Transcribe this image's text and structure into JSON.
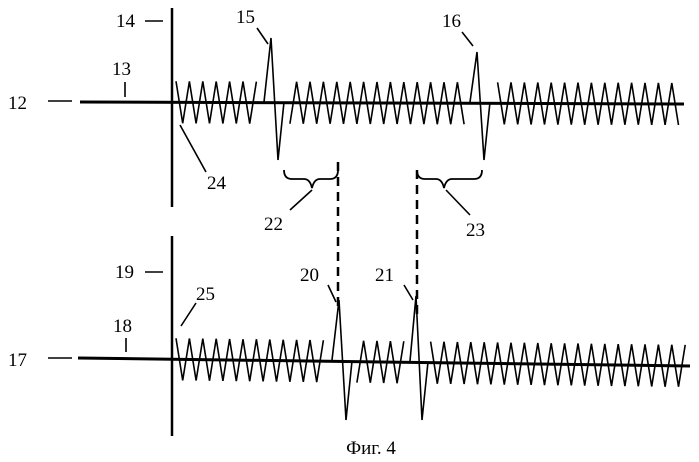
{
  "figure": {
    "caption": "Фиг. 4",
    "labels": {
      "l12": "12",
      "l13": "13",
      "l14": "14",
      "l15": "15",
      "l16": "16",
      "l17": "17",
      "l18": "18",
      "l19": "19",
      "l20": "20",
      "l21": "21",
      "l22": "22",
      "l23": "23",
      "l24": "24",
      "l25": "25"
    }
  }
}
